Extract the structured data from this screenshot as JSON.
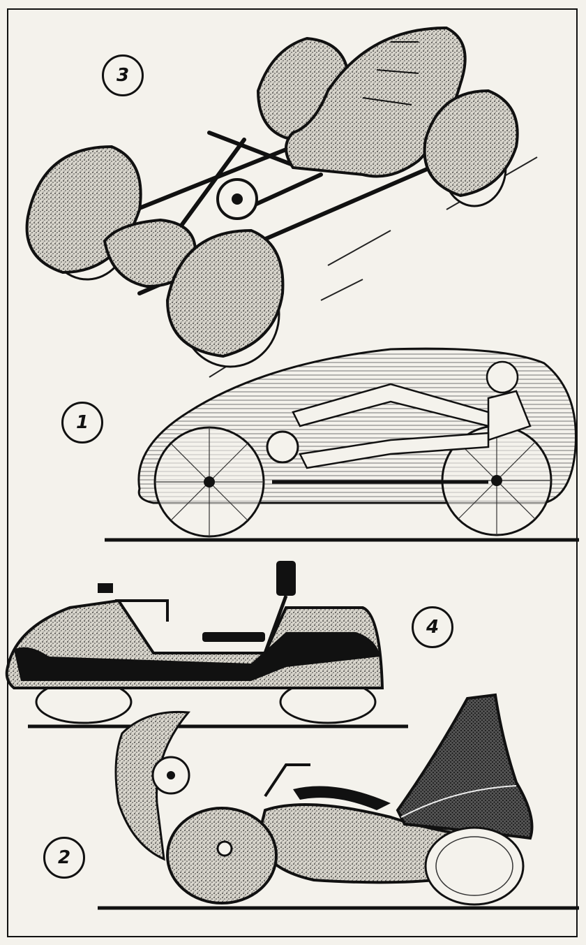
{
  "figure": {
    "labels": {
      "fig1": "1",
      "fig2": "2",
      "fig3": "3",
      "fig4": "4"
    }
  }
}
